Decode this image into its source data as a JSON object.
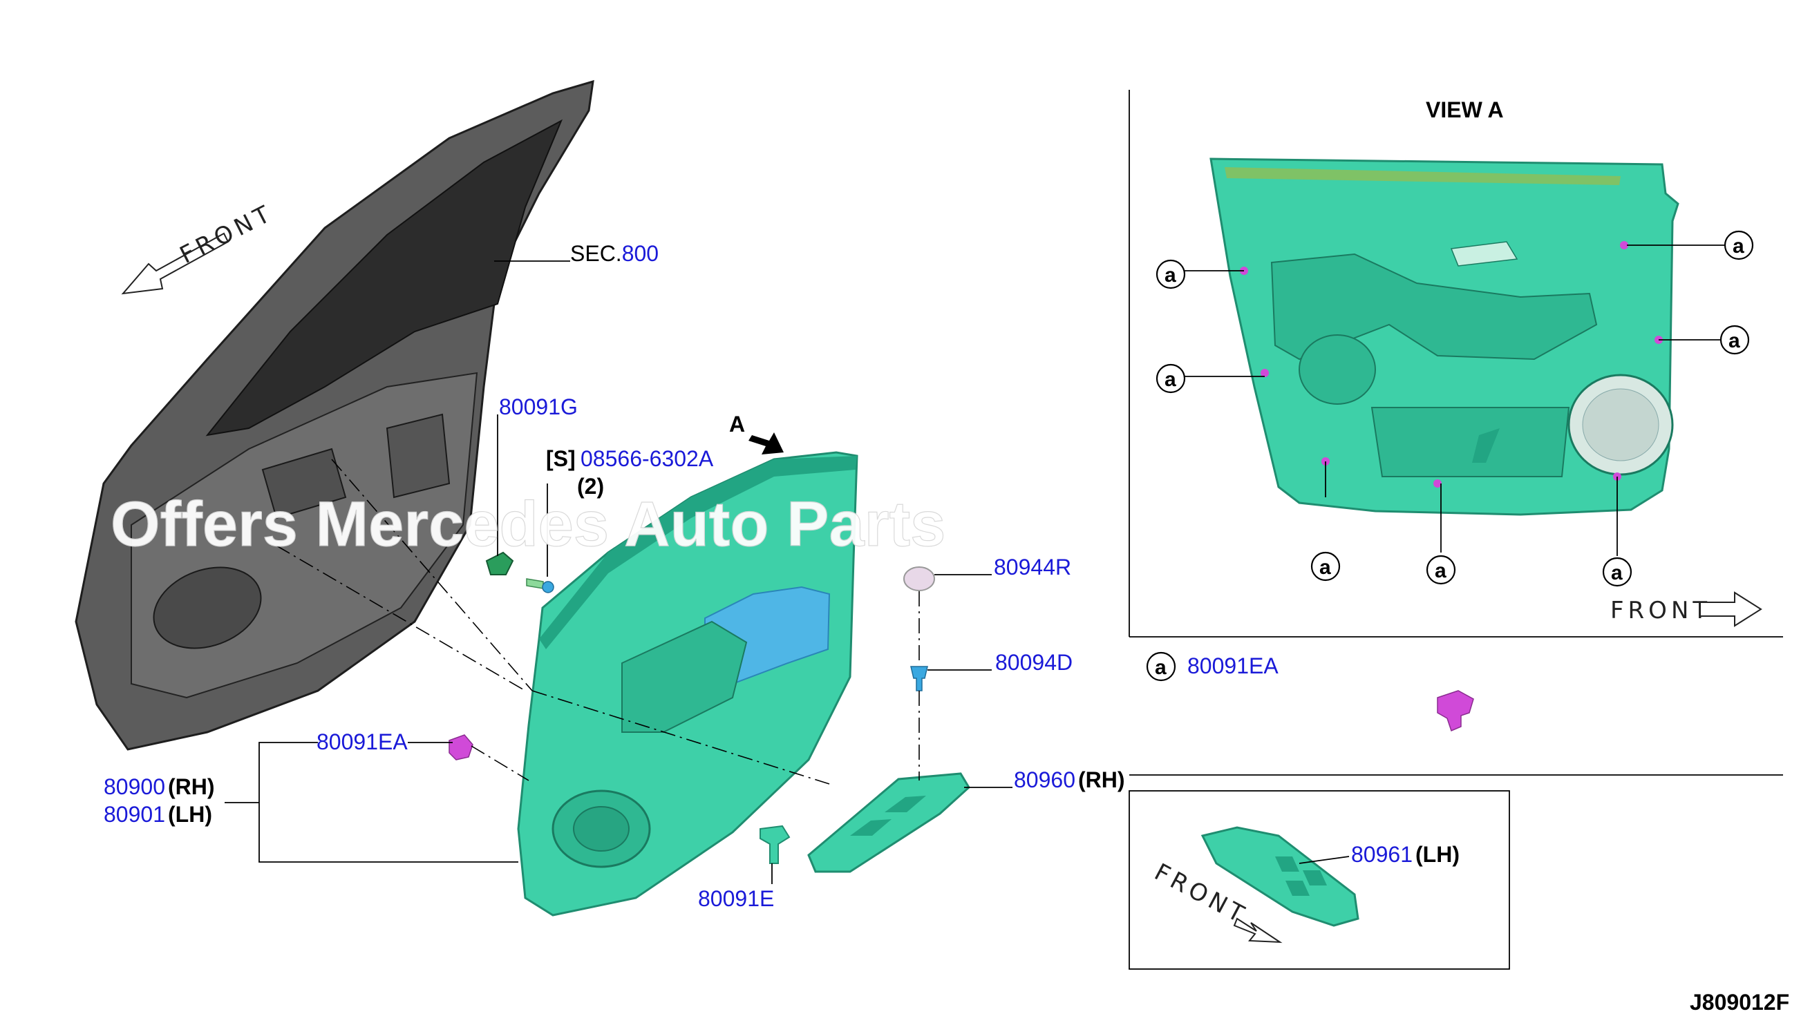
{
  "view_title": "VIEW A",
  "view_letter": "A",
  "callout_letter": "a",
  "front_label": "FRONT",
  "watermark": "Offers Mercedes Auto Parts",
  "sec_prefix": "SEC.",
  "sec_number": "800",
  "labels": {
    "p80091G": "80091G",
    "s_marker": "[S]",
    "p08566": "08566-6302A",
    "qty2": "(2)",
    "p80944R": "80944R",
    "p80094D": "80094D",
    "p80091EA": "80091EA",
    "p80960": "80960",
    "rh": "(RH)",
    "lh": "(LH)",
    "p80900": "80900",
    "p80901": "80901",
    "p80091E": "80091E",
    "p80961": "80961",
    "legend_part": "80091EA"
  },
  "diagram_code": "J809012F",
  "colors": {
    "trim": "#3ed0a8",
    "trim_dark": "#22a583",
    "blue_label": "#1a1ad8",
    "clip": "#d04ad8",
    "door_shell": "#5a5a5a"
  }
}
